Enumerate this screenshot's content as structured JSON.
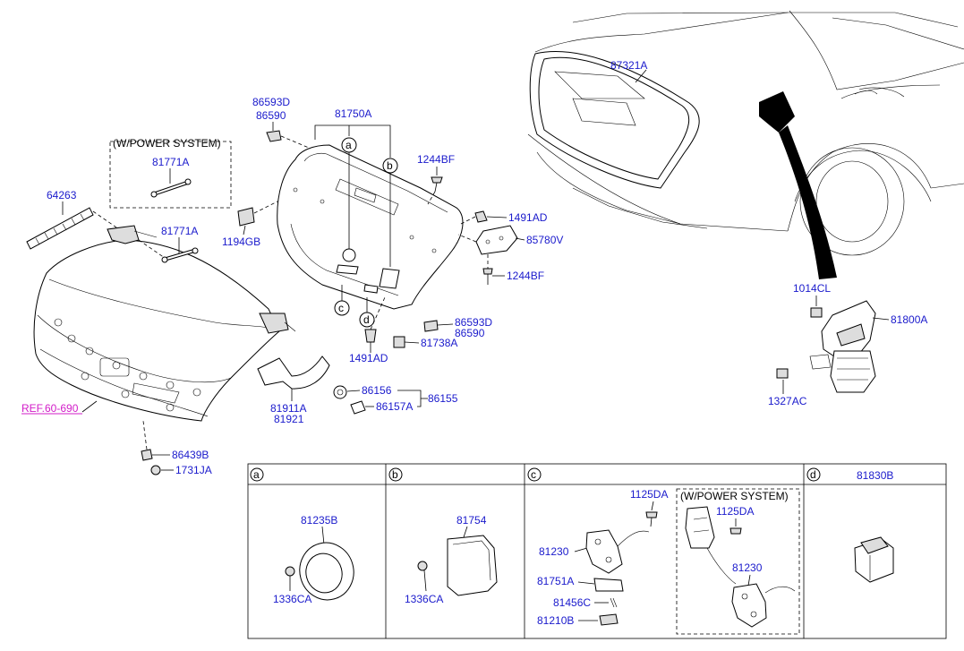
{
  "callouts": {
    "p64263": "64263",
    "p81771a_1": "81771A",
    "p81771a_2": "81771A",
    "power_system_1": "(W/POWER SYSTEM)",
    "p86593d_1": "86593D",
    "p86590_1": "86590",
    "p1194gb": "1194GB",
    "p81750a": "81750A",
    "p1244bf_1": "1244BF",
    "p1491ad_1": "1491AD",
    "p85780v": "85780V",
    "p1244bf_2": "1244BF",
    "p86593d_2": "86593D",
    "p86590_2": "86590",
    "p81738a": "81738A",
    "p1491ad_2": "1491AD",
    "p86156": "86156",
    "p86155": "86155",
    "p86157a": "86157A",
    "p81911a": "81911A",
    "p81921": "81921",
    "ref": "REF.60-690",
    "p86439b": "86439B",
    "p1731ja": "1731JA",
    "p87321a": "87321A",
    "p1014cl": "1014CL",
    "p81800a": "81800A",
    "p1327ac": "1327AC",
    "circ_a": "a",
    "circ_b": "b",
    "circ_c": "c",
    "circ_d": "d"
  },
  "detail_panels": {
    "a": {
      "tag": "a",
      "parts": [
        "81235B",
        "1336CA"
      ]
    },
    "b": {
      "tag": "b",
      "parts": [
        "81754",
        "1336CA"
      ]
    },
    "c": {
      "tag": "c",
      "parts": [
        "1125DA",
        "81230",
        "81751A",
        "81456C",
        "81210B"
      ],
      "power_system": "(W/POWER SYSTEM)",
      "power_parts": [
        "1125DA",
        "81230"
      ]
    },
    "d": {
      "tag": "d",
      "header_part": "81830B"
    }
  }
}
